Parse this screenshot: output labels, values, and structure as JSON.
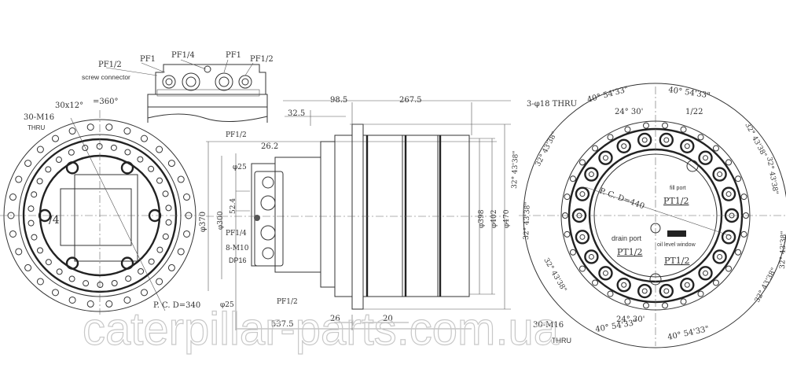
{
  "top_view": {
    "port_x2": "PF1/2",
    "screw_connector": "screw connector",
    "port_b": "PF1",
    "port_ps": "PF1/4",
    "port_a": "PF1",
    "port_x1": "PF1/2"
  },
  "left_view": {
    "bolts": "30-M16",
    "thru": "THRU",
    "angle_spacing": "30x12°",
    "angle_total": "=360°",
    "pcd": "P. C. D=340",
    "dia_370": "φ370",
    "fragment": "/4"
  },
  "side_view": {
    "dim_98_5": "98.5",
    "dim_267_5": "267.5",
    "dim_32_5": "32.5",
    "port_p1": "PF1/2",
    "dim_26_2": "26.2",
    "dia_a": "φ25",
    "dim_52_4": "52.4",
    "port_ps": "PF1/4",
    "bolts": "8-M10",
    "depth": "DP16",
    "dia_b": "φ25",
    "port_p2": "PF1/2",
    "dia_300": "φ300",
    "dia_398": "φ398",
    "dia_402": "φ402",
    "dia_470": "φ470",
    "dim_537_5": "537.5",
    "dim_26": "26",
    "dim_20": "20"
  },
  "right_view": {
    "holes": "3-φ18 THRU",
    "angle_40_a": "40° 54'33\"",
    "angle_24_a": "24° 30'",
    "angle_40_b": "40° 54'33\"",
    "fraction": "1/22",
    "angle_32_a": "32° 43'38\"",
    "angle_32_b": "32° 43'38\"",
    "angle_32_c": "32° 43'38\"",
    "angle_32_d": "32° 43'38\"",
    "angle_32_e": "32° 43'38\"",
    "angle_32_f": "32° 43'38\"",
    "angle_32_g": "32° 43'38\"",
    "angle_32_h": "32° 43'38\"",
    "fill_port": "fill port",
    "fill_port_size": "PT1/2",
    "pcd": "P. C. D=440",
    "drain_port": "drain port",
    "drain_port_size": "PT1/2",
    "oil_level_window": "oil level window",
    "oil_level_size": "PT1/2",
    "bolts": "30-M16",
    "thru": "THRU",
    "angle_24_b": "24° 30'",
    "angle_40_c": "40° 54'33\"",
    "angle_40_d": "40° 54'33\""
  },
  "watermark": "caterpillar-parts.com.ua"
}
